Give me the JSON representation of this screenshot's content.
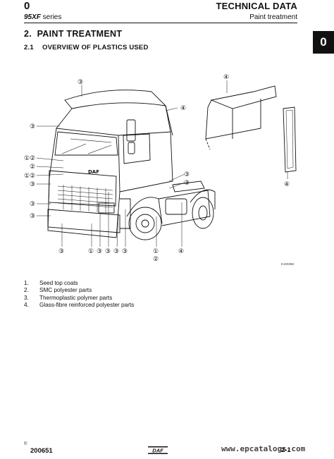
{
  "header": {
    "chapter_number": "0",
    "title": "TECHNICAL DATA",
    "series_model": "95XF",
    "series_suffix": " series",
    "subtitle": "Paint treatment"
  },
  "side_tab": "0",
  "section": {
    "number": "2.",
    "title": "PAINT TREATMENT"
  },
  "subsection": {
    "number": "2.1",
    "title": "OVERVIEW OF PLASTICS USED"
  },
  "figure": {
    "code": "K100358",
    "callouts_left": [
      "③",
      "①②",
      "②",
      "①②",
      "③",
      "③",
      "③"
    ],
    "callouts_top": [
      "③",
      "④"
    ],
    "callouts_bottom": [
      "③",
      "①",
      "③",
      "③",
      "③",
      "③",
      "①",
      "④"
    ],
    "callouts_right": [
      "③",
      "③"
    ],
    "callout_bottom_extra": "②",
    "roof_callouts": [
      "④",
      "④"
    ],
    "grille_badge": "DAF"
  },
  "legend": [
    {
      "num": "1.",
      "text": "Seed top coats"
    },
    {
      "num": "2.",
      "text": "SMC polyester parts"
    },
    {
      "num": "3.",
      "text": "Thermoplastic polymer parts"
    },
    {
      "num": "4.",
      "text": "Glass-fibre reinforced polyester parts"
    }
  ],
  "footer": {
    "copyright": "©",
    "date": "200651",
    "brand": "DAF",
    "page": "2-1",
    "watermark": "www.epcatalogs.com"
  }
}
